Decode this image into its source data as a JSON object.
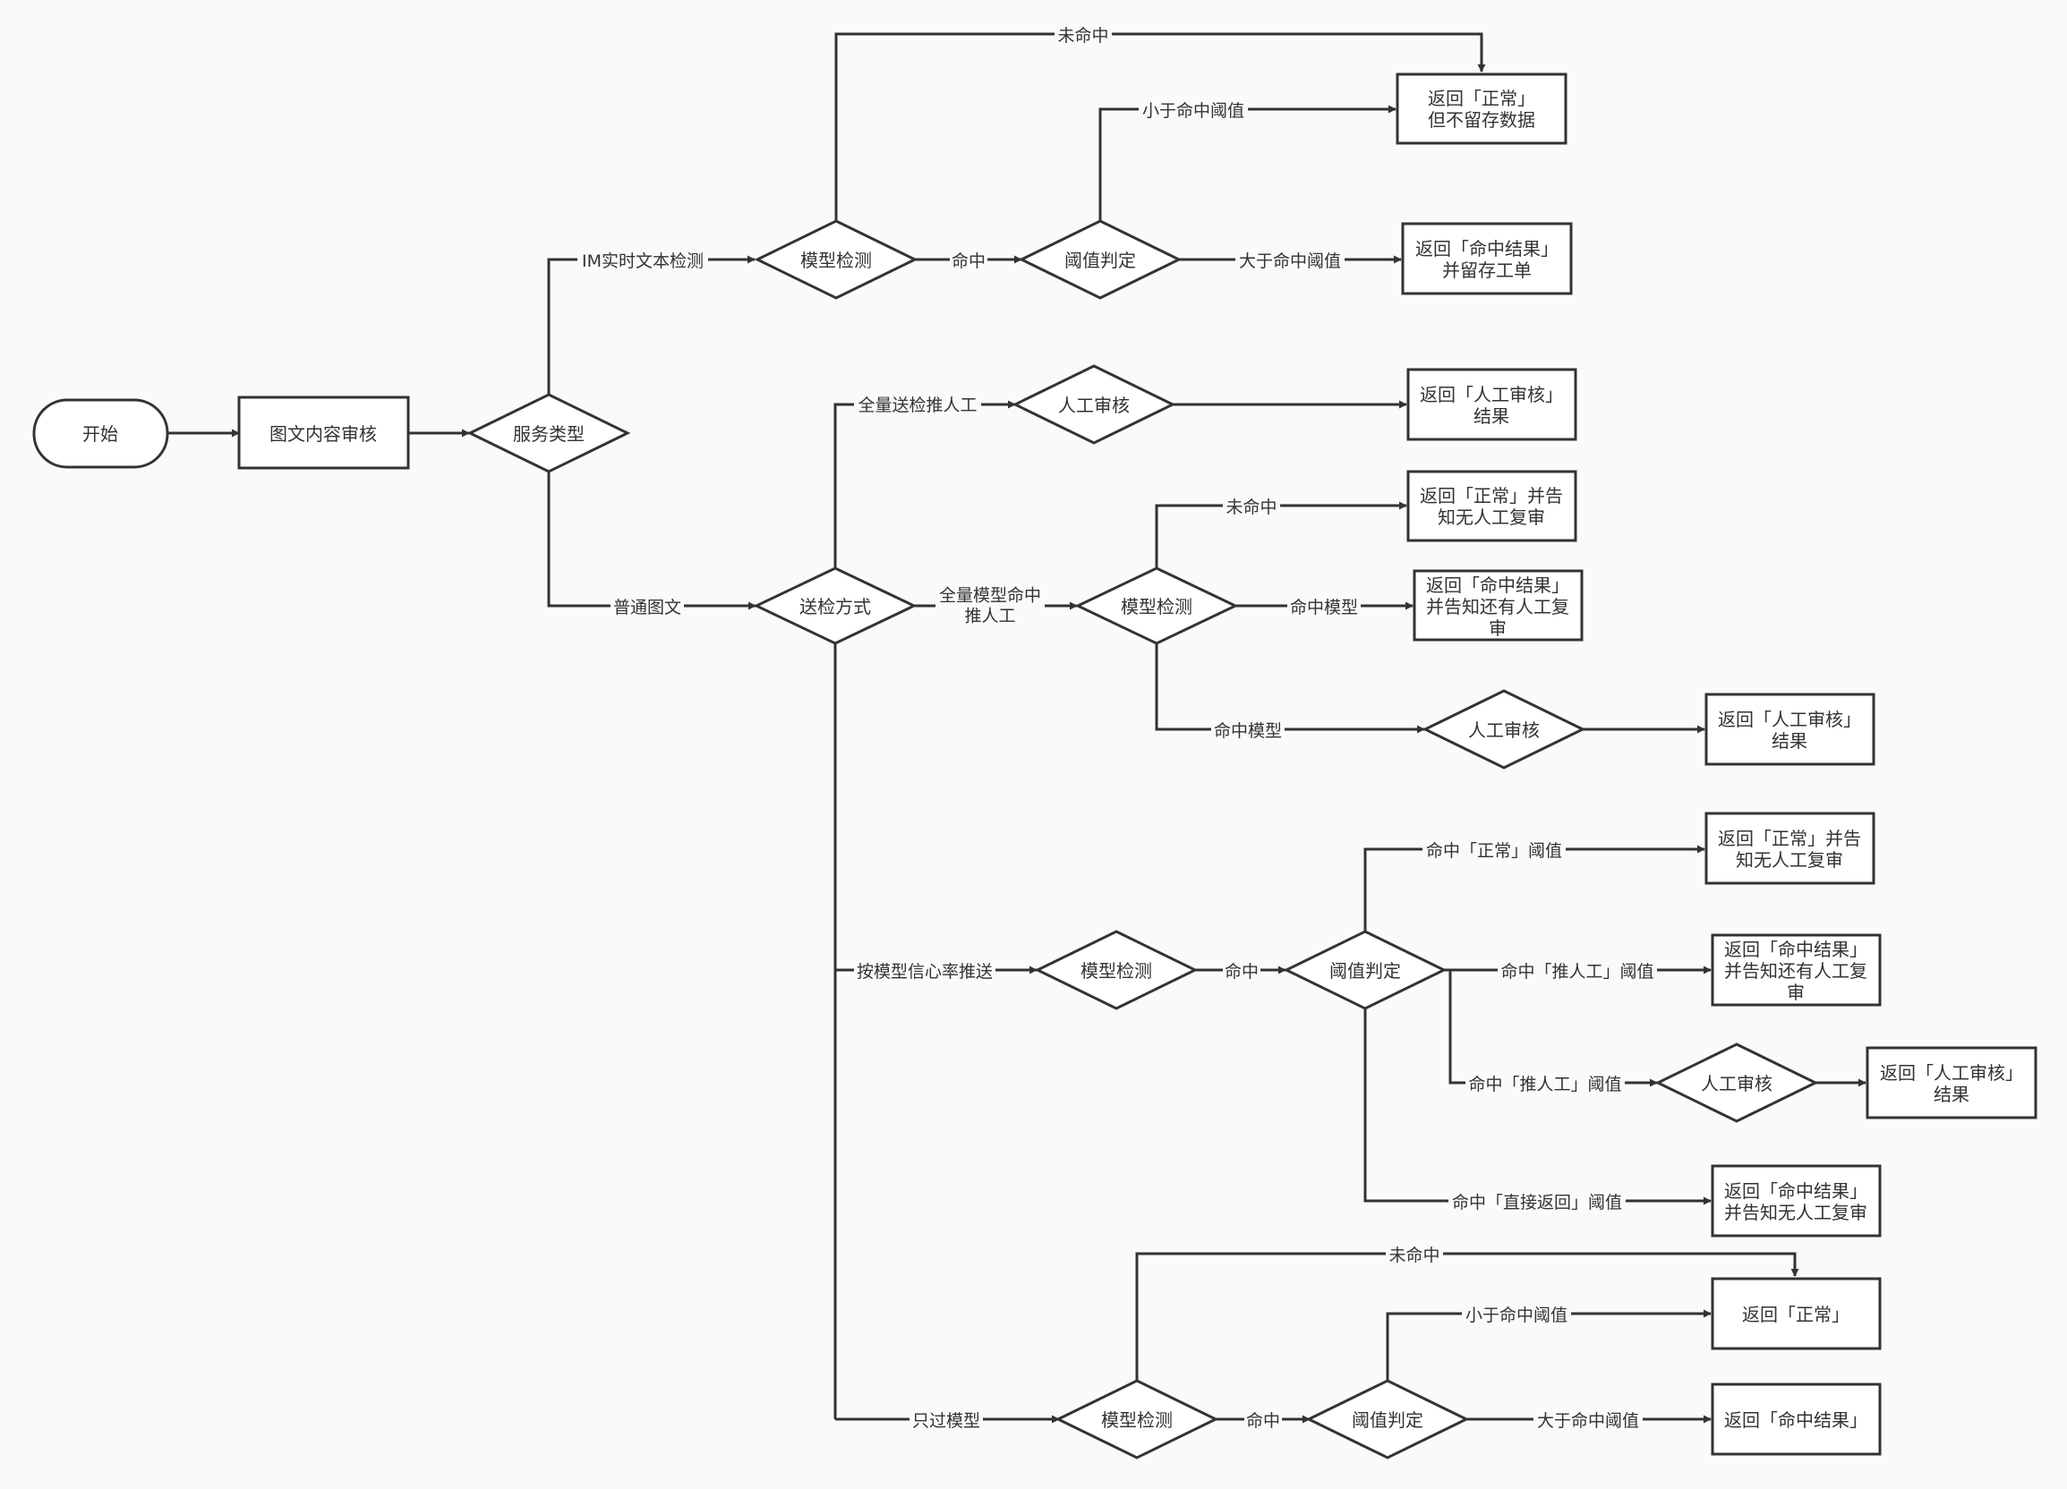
{
  "colors": {
    "background": "#fafafa",
    "stroke": "#333333",
    "fill": "#ffffff",
    "text": "#333333"
  },
  "nodes": {
    "start": [
      "开始"
    ],
    "review": [
      "图文内容审核"
    ],
    "service_type": [
      "服务类型"
    ],
    "im_model": [
      "模型检测"
    ],
    "im_threshold": [
      "阈值判定"
    ],
    "im_normal": [
      "返回「正常」",
      "但不留存数据"
    ],
    "im_hit": [
      "返回「命中结果」",
      "并留存工单"
    ],
    "submit_mode": [
      "送检方式"
    ],
    "full_manual": [
      "人工审核"
    ],
    "full_manual_result": [
      "返回「人工审核」",
      "结果"
    ],
    "fm_model": [
      "模型检测"
    ],
    "fm_normal": [
      "返回「正常」并告",
      "知无人工复审"
    ],
    "fm_hit": [
      "返回「命中结果」",
      "并告知还有人工复",
      "审"
    ],
    "fm_manual": [
      "人工审核"
    ],
    "fm_manual_result": [
      "返回「人工审核」",
      "结果"
    ],
    "cf_model": [
      "模型检测"
    ],
    "cf_threshold": [
      "阈值判定"
    ],
    "cf_normal": [
      "返回「正常」并告",
      "知无人工复审"
    ],
    "cf_hit_manual": [
      "返回「命中结果」",
      "并告知还有人工复",
      "审"
    ],
    "cf_manual": [
      "人工审核"
    ],
    "cf_manual_result": [
      "返回「人工审核」",
      "结果"
    ],
    "cf_direct": [
      "返回「命中结果」",
      "并告知无人工复审"
    ],
    "mo_model": [
      "模型检测"
    ],
    "mo_threshold": [
      "阈值判定"
    ],
    "mo_normal": [
      "返回「正常」"
    ],
    "mo_hit": [
      "返回「命中结果」"
    ]
  },
  "edges": {
    "im_text": [
      "IM实时文本检测"
    ],
    "im_miss": [
      "未命中"
    ],
    "im_hit": [
      "命中"
    ],
    "im_below": [
      "小于命中阈值"
    ],
    "im_above": [
      "大于命中阈值"
    ],
    "normal_text": [
      "普通图文"
    ],
    "full_manual": [
      "全量送检推人工"
    ],
    "full_model_manual": [
      "全量模型命中",
      "推人工"
    ],
    "fm_miss": [
      "未命中"
    ],
    "fm_hit_model": [
      "命中模型"
    ],
    "fm_hit_model2": [
      "命中模型"
    ],
    "confidence": [
      "按模型信心率推送"
    ],
    "cf_hit": [
      "命中"
    ],
    "cf_normal": [
      "命中「正常」阈值"
    ],
    "cf_push": [
      "命中「推人工」阈值"
    ],
    "cf_push2": [
      "命中「推人工」阈值"
    ],
    "cf_direct": [
      "命中「直接返回」阈值"
    ],
    "model_only": [
      "只过模型"
    ],
    "mo_miss": [
      "未命中"
    ],
    "mo_hit": [
      "命中"
    ],
    "mo_below": [
      "小于命中阈值"
    ],
    "mo_above": [
      "大于命中阈值"
    ]
  }
}
